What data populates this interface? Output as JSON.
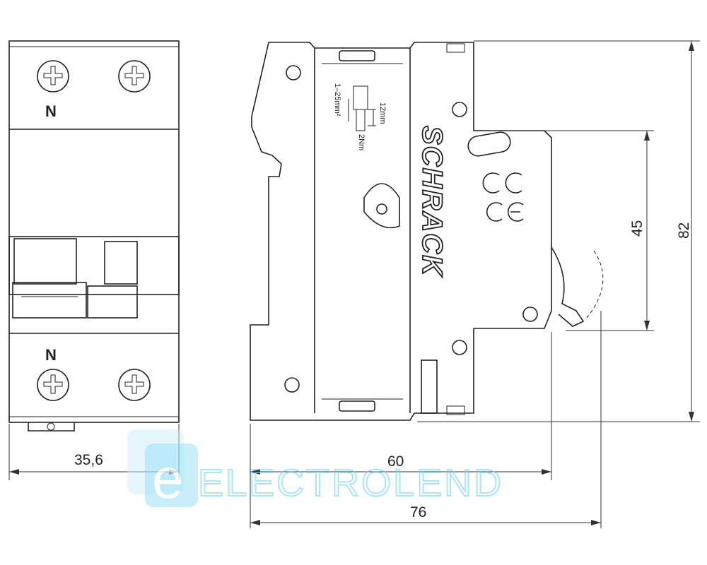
{
  "front_view": {
    "top_terminal_label": "N",
    "bottom_terminal_label": "N"
  },
  "side_view": {
    "brand": "SCHRACK",
    "wire_section": "1–25mm²",
    "strip_length": "12mm",
    "torque": "2Nm"
  },
  "dimensions": {
    "width": "35,6",
    "depth_rail": "60",
    "depth_total": "76",
    "height_front": "45",
    "height_total": "82"
  },
  "watermark": {
    "text": "ELECTROLEND",
    "letter": "e",
    "color": "#6fd3f0"
  }
}
